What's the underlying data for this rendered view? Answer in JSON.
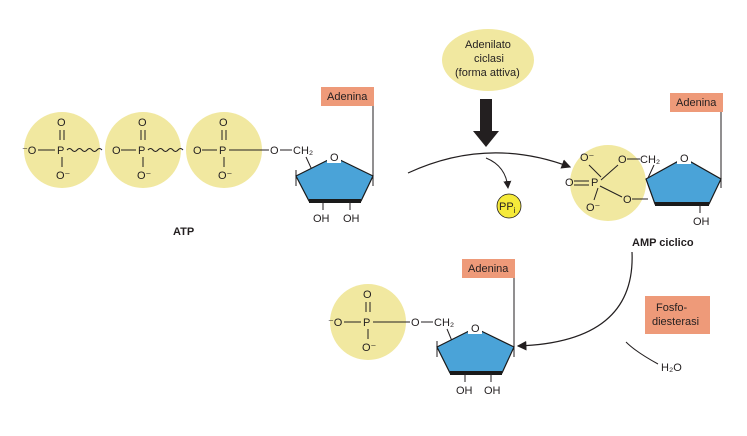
{
  "colors": {
    "phosphate": "#f1e8a0",
    "ribose_fill": "#4aa3d8",
    "ribose_edge": "#1a1a1a",
    "adenine_box": "#ee9a79",
    "enzyme": "#f1e8a0",
    "ppi": "#f5ea3a",
    "arrow": "#231f20"
  },
  "atoms": {
    "o": "O",
    "o_minus": "O⁻",
    "minus_o": "⁻O",
    "p": "P",
    "ch2": "CH₂",
    "oh": "OH",
    "h2o": "H₂O"
  },
  "labels": {
    "atp": "ATP",
    "adenina": "Adenina",
    "enzyme_line1": "Adenilato",
    "enzyme_line2": "ciclasi",
    "enzyme_line3": "(forma attiva)",
    "ppi": "PP",
    "ppi_sub": "i",
    "camp": "AMP ciclico",
    "pde_line1": "Fosfo-",
    "pde_line2": "diesterasi"
  },
  "icons": {
    "block_arrow": "down-arrow-icon",
    "reaction_arrow": "curved-arrow-icon"
  }
}
